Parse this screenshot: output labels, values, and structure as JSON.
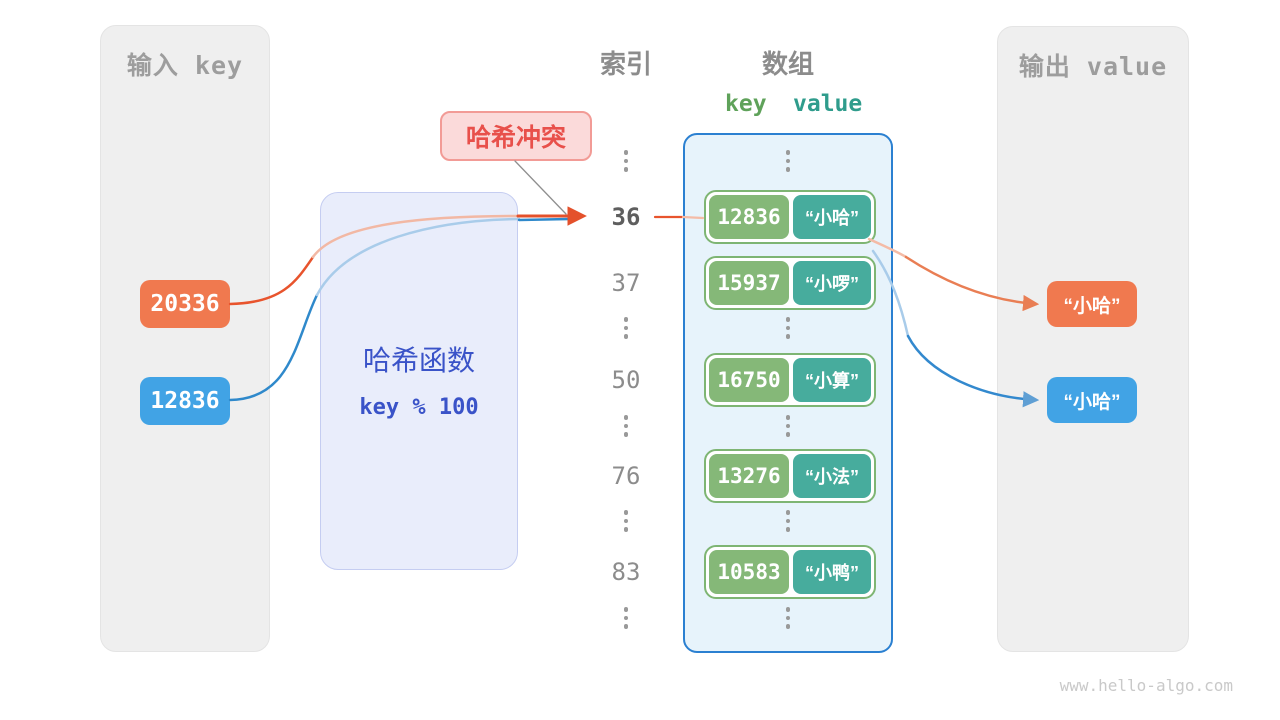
{
  "panels": {
    "input": {
      "title": "输入 key"
    },
    "output": {
      "title": "输出 value"
    }
  },
  "inputs": [
    {
      "value": "20336",
      "color": "#F0794F"
    },
    {
      "value": "12836",
      "color": "#41A3E5"
    }
  ],
  "hash_function": {
    "title": "哈希函数",
    "formula": "key % 100"
  },
  "collision_label": {
    "text": "哈希冲突"
  },
  "columns": {
    "index_title": "索引",
    "array_title": "数组",
    "key_label": "key",
    "value_label": "value"
  },
  "buckets": [
    {
      "index": "36",
      "key": "12836",
      "value": "“小哈”",
      "highlighted": true
    },
    {
      "index": "37",
      "key": "15937",
      "value": "“小啰”",
      "highlighted": false
    },
    {
      "index": "50",
      "key": "16750",
      "value": "“小算”",
      "highlighted": false
    },
    {
      "index": "76",
      "key": "13276",
      "value": "“小法”",
      "highlighted": false
    },
    {
      "index": "83",
      "key": "10583",
      "value": "“小鸭”",
      "highlighted": false
    }
  ],
  "outputs": [
    {
      "value": "“小哈”",
      "color": "#F0794F"
    },
    {
      "value": "“小哈”",
      "color": "#41A3E5"
    }
  ],
  "watermark": "www.hello-algo.com",
  "colors": {
    "key_green": "#85B878",
    "value_teal": "#47AC9D",
    "collision_red": "#E8504B",
    "hash_blue": "#3A53C8",
    "array_border": "#2B80D1",
    "arrow_orange": "#E8542D",
    "arrow_blue": "#2F89CB"
  }
}
